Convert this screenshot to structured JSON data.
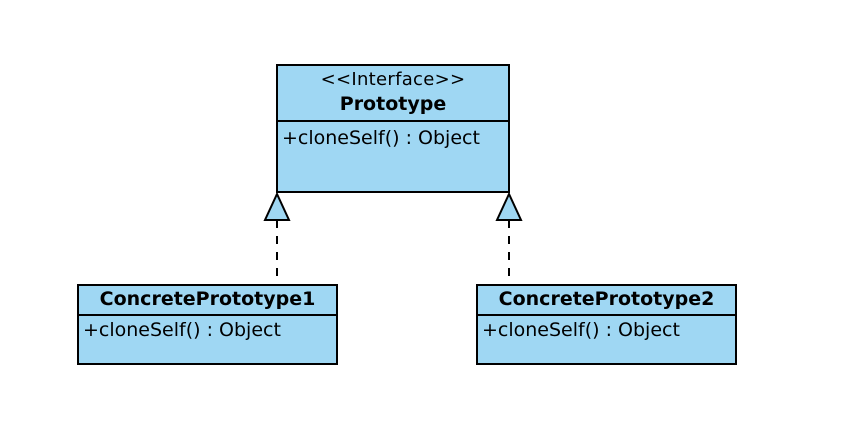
{
  "colors": {
    "box_fill": "#9fd7f3",
    "stroke": "#000000"
  },
  "interface": {
    "stereotype": "<<Interface>>",
    "name": "Prototype",
    "method": "+cloneSelf() : Object"
  },
  "concrete1": {
    "name": "ConcretePrototype1",
    "method": "+cloneSelf() : Object"
  },
  "concrete2": {
    "name": "ConcretePrototype2",
    "method": "+cloneSelf() : Object"
  },
  "relations": [
    {
      "type": "realization",
      "from": "ConcretePrototype1",
      "to": "Prototype"
    },
    {
      "type": "realization",
      "from": "ConcretePrototype2",
      "to": "Prototype"
    }
  ]
}
